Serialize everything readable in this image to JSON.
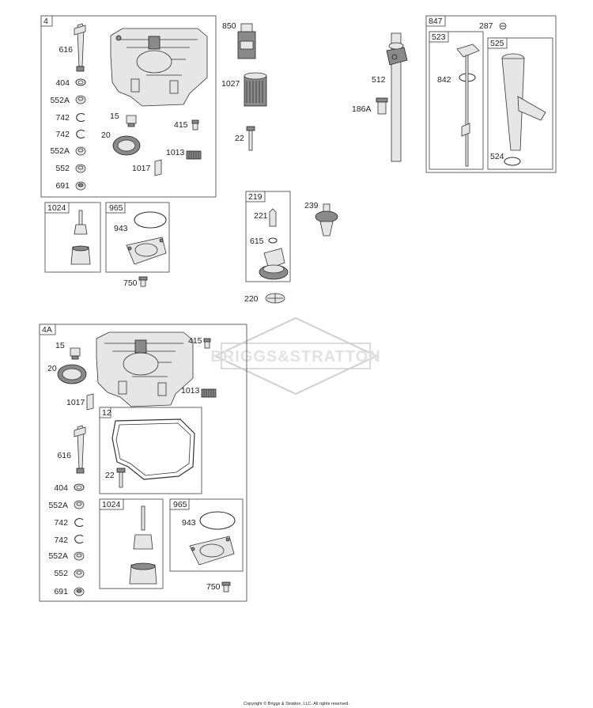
{
  "watermark": {
    "brand": "BRIGGS&STRATTON"
  },
  "copyright": "Copyright © Briggs & Stratton, LLC. All rights reserved.",
  "group_4": {
    "number": "4",
    "labels": {
      "p616": "616",
      "p404": "404",
      "p552a_1": "552A",
      "p742_1": "742",
      "p742_2": "742",
      "p552a_2": "552A",
      "p552": "552",
      "p691": "691",
      "p15": "15",
      "p20": "20",
      "p415": "415",
      "p1013": "1013",
      "p1017": "1017"
    }
  },
  "group_1024_top": {
    "number": "1024"
  },
  "group_965_top": {
    "number": "965",
    "labels": {
      "p943": "943"
    }
  },
  "loose_top": {
    "p750": "750",
    "p850": "850",
    "p1027": "1027",
    "p22": "22",
    "p512": "512",
    "p186a": "186A",
    "p239": "239",
    "p220": "220"
  },
  "group_219": {
    "number": "219",
    "labels": {
      "p221": "221",
      "p615": "615"
    }
  },
  "group_847": {
    "number": "847",
    "labels": {
      "p287": "287"
    }
  },
  "group_523": {
    "number": "523",
    "labels": {
      "p842": "842"
    }
  },
  "group_525": {
    "number": "525",
    "labels": {
      "p524": "524"
    }
  },
  "group_4a": {
    "number": "4A",
    "labels": {
      "p15": "15",
      "p20": "20",
      "p415": "415",
      "p1013": "1013",
      "p1017": "1017",
      "p616": "616",
      "p404": "404",
      "p552a_1": "552A",
      "p742_1": "742",
      "p742_2": "742",
      "p552a_2": "552A",
      "p552": "552",
      "p691": "691"
    }
  },
  "group_12": {
    "number": "12",
    "labels": {
      "p22": "22"
    }
  },
  "group_1024_bottom": {
    "number": "1024"
  },
  "group_965_bottom": {
    "number": "965",
    "labels": {
      "p943": "943"
    }
  },
  "loose_bottom": {
    "p750": "750"
  }
}
